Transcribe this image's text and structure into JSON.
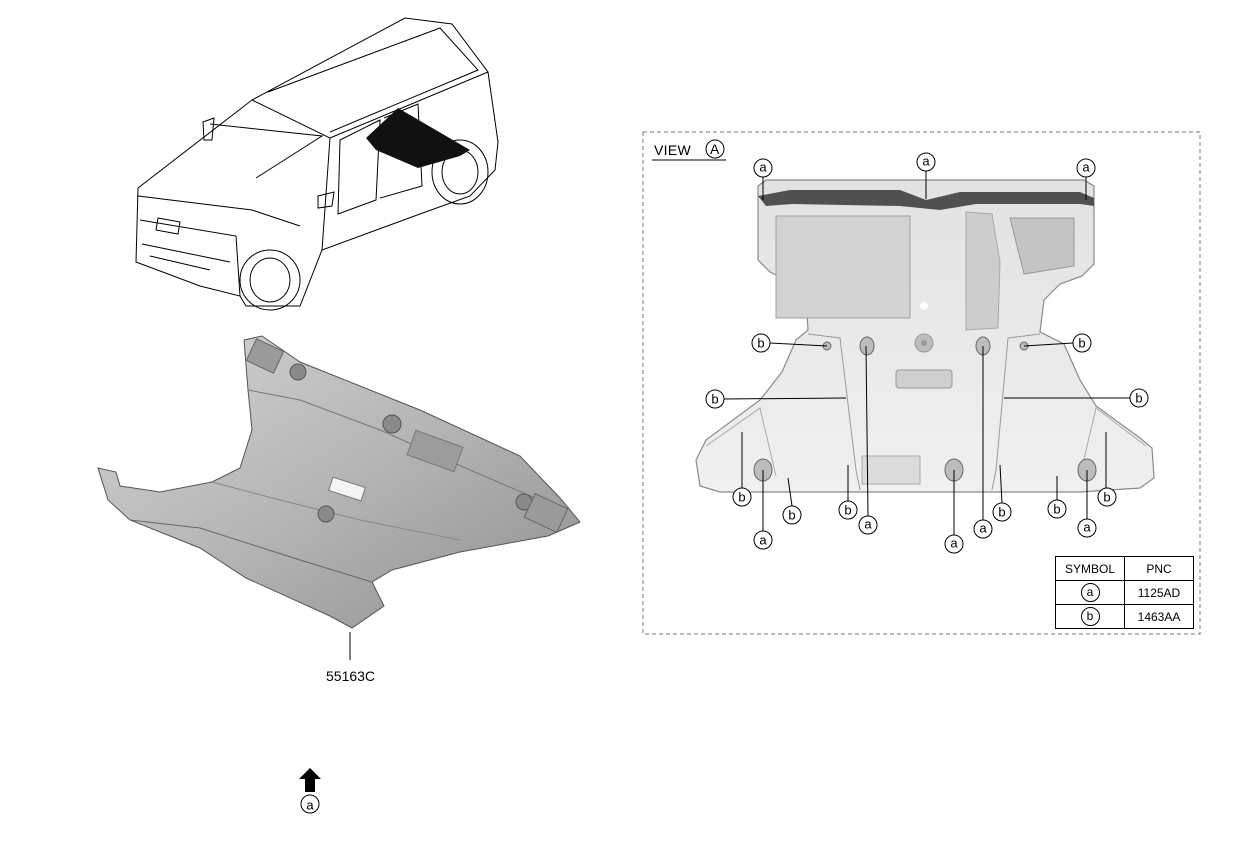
{
  "part_number": "55163C",
  "view": {
    "title": "VIEW",
    "ref": "A"
  },
  "arrow_ref": "A",
  "callouts": {
    "a": "a",
    "b": "b"
  },
  "legend": {
    "headers": [
      "SYMBOL",
      "PNC"
    ],
    "rows": [
      {
        "symbol": "a",
        "pnc": "1125AD"
      },
      {
        "symbol": "b",
        "pnc": "1463AA"
      }
    ]
  }
}
